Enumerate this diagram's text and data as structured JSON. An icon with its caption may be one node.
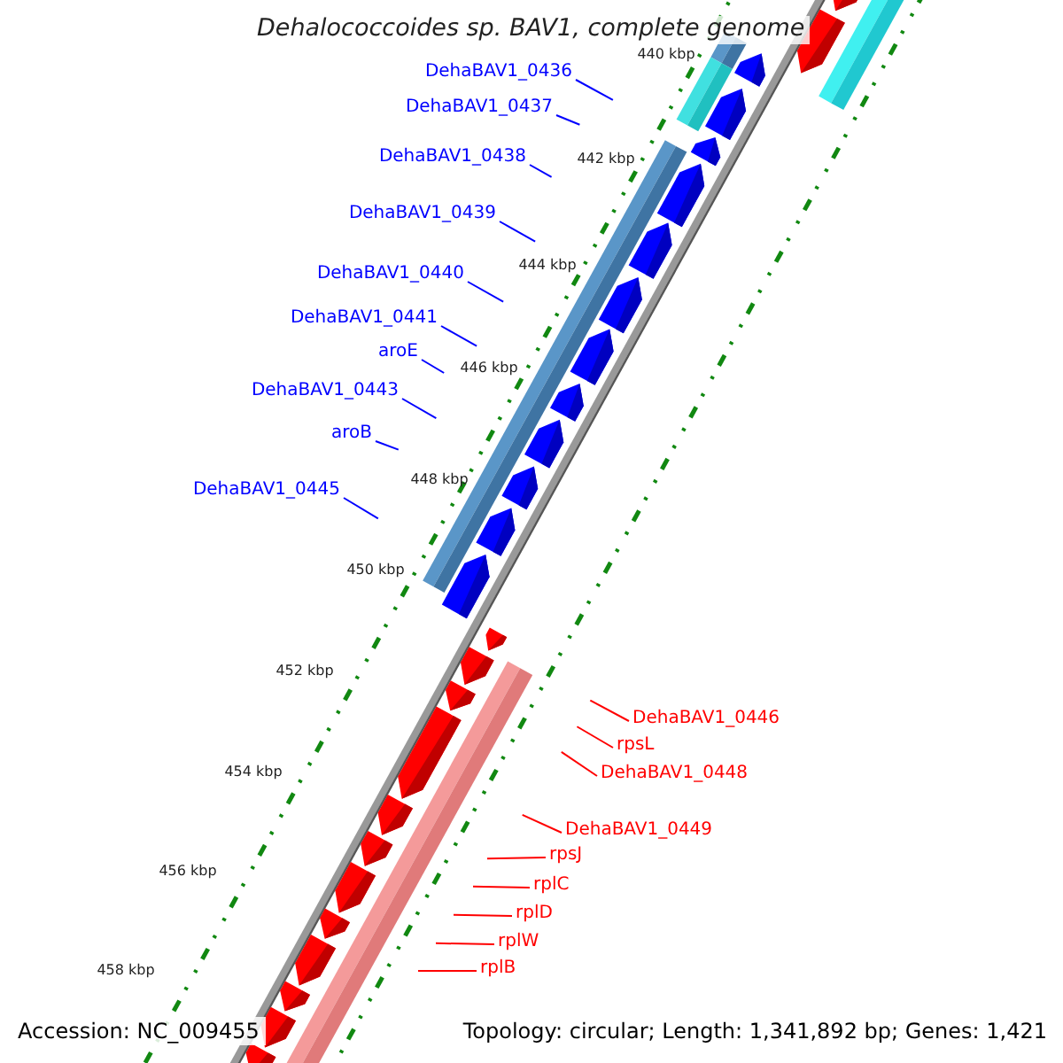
{
  "diagram": {
    "title": "Dehalococcoides sp. BAV1, complete genome",
    "nodes": [
      {
        "text": [
          "DehaBAV1_0436"
        ]
      },
      {
        "text": [
          "DehaBAV1_0437"
        ]
      },
      {
        "text": [
          "DehaBAV1_0438"
        ]
      },
      {
        "text": [
          "DehaBAV1_0439"
        ]
      },
      {
        "text": [
          "DehaBAV1_0440"
        ]
      },
      {
        "text": [
          "DehaBAV1_0441"
        ]
      },
      {
        "text": [
          "aroE"
        ]
      },
      {
        "text": [
          "DehaBAV1_0443"
        ]
      },
      {
        "text": [
          "aroB"
        ]
      },
      {
        "text": [
          "DehaBAV1_0445"
        ]
      },
      {
        "text": [
          "DehaBAV1_0446"
        ]
      },
      {
        "text": [
          "rpsL"
        ]
      },
      {
        "text": [
          "DehaBAV1_0448"
        ]
      },
      {
        "text": [
          "DehaBAV1_0449"
        ]
      },
      {
        "text": [
          "rpsJ"
        ]
      },
      {
        "text": [
          "rplC"
        ]
      },
      {
        "text": [
          "rplD"
        ]
      },
      {
        "text": [
          "rplW"
        ]
      },
      {
        "text": [
          "rplB"
        ]
      }
    ],
    "edges": [
      {
        "from": 0,
        "to": null,
        "arrow": "none"
      },
      {
        "from": 1,
        "to": null,
        "arrow": "none"
      },
      {
        "from": 2,
        "to": null,
        "arrow": "none"
      },
      {
        "from": 3,
        "to": null,
        "arrow": "none"
      },
      {
        "from": 4,
        "to": null,
        "arrow": "none"
      },
      {
        "from": 5,
        "to": null,
        "arrow": "none"
      },
      {
        "from": 6,
        "to": null,
        "arrow": "none"
      },
      {
        "from": 7,
        "to": null,
        "arrow": "none"
      },
      {
        "from": 8,
        "to": null,
        "arrow": "none"
      },
      {
        "from": 9,
        "to": null,
        "arrow": "none"
      },
      {
        "from": 10,
        "to": null,
        "arrow": "none",
        "color": "#ff0000"
      },
      {
        "from": 11,
        "to": null,
        "arrow": "none",
        "color": "#ff0000"
      },
      {
        "from": 12,
        "to": null,
        "arrow": "none",
        "color": "#ff0000"
      },
      {
        "from": 13,
        "to": null,
        "arrow": "none",
        "color": "#ff0000"
      },
      {
        "from": 14,
        "to": null,
        "arrow": "none",
        "color": "#ff0000"
      },
      {
        "from": 15,
        "to": null,
        "arrow": "none",
        "color": "#ff0000"
      },
      {
        "from": 16,
        "to": null,
        "arrow": "none",
        "color": "#ff0000"
      },
      {
        "from": 17,
        "to": null,
        "arrow": "none",
        "color": "#ff0000"
      },
      {
        "from": 18,
        "to": null,
        "arrow": "none",
        "color": "#ff0000"
      }
    ],
    "labels": [
      "440 kbp",
      "442 kbp",
      "444 kbp",
      "446 kbp",
      "448 kbp",
      "450 kbp",
      "452 kbp",
      "454 kbp",
      "456 kbp",
      "458 kbp",
      "Accession: NC_009455",
      "Topology: circular; Length: 1,341,892 bp; Genes: 1,421"
    ]
  }
}
